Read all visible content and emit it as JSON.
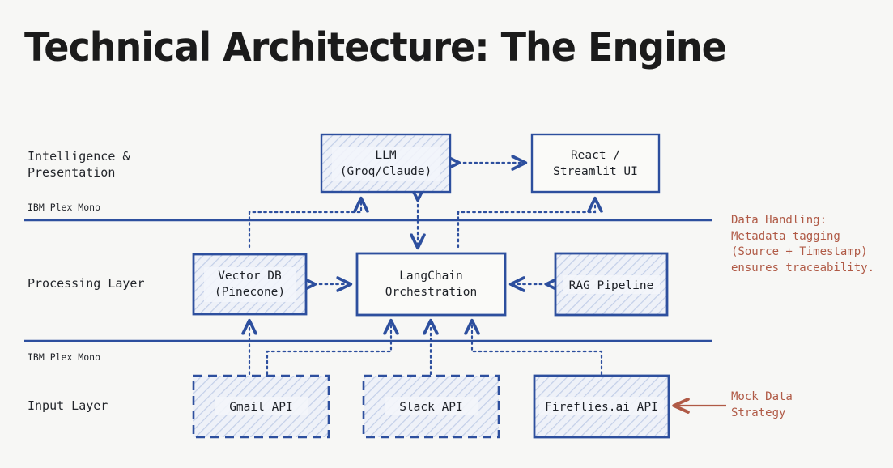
{
  "page": {
    "title": "Technical Architecture: The Engine",
    "background_color": "#f7f7f5",
    "accent_blue": "#2d4f9e",
    "accent_red": "#b05a46"
  },
  "layers": [
    {
      "id": "intelligence",
      "label": "Intelligence &\nPresentation",
      "font_note": "IBM Plex Mono"
    },
    {
      "id": "processing",
      "label": "Processing Layer",
      "font_note": "IBM Plex Mono"
    },
    {
      "id": "input",
      "label": "Input Layer",
      "font_note": ""
    }
  ],
  "nodes": [
    {
      "id": "llm",
      "line1": "LLM",
      "line2": "(Groq/Claude)",
      "layer": "intelligence",
      "style": "hatched",
      "border": "solid"
    },
    {
      "id": "react-ui",
      "line1": "React /",
      "line2": "Streamlit UI",
      "layer": "intelligence",
      "style": "plain",
      "border": "solid"
    },
    {
      "id": "vector-db",
      "line1": "Vector DB",
      "line2": "(Pinecone)",
      "layer": "processing",
      "style": "hatched",
      "border": "solid"
    },
    {
      "id": "langchain",
      "line1": "LangChain",
      "line2": "Orchestration",
      "layer": "processing",
      "style": "plain",
      "border": "solid"
    },
    {
      "id": "rag-pipeline",
      "line1": "RAG Pipeline",
      "line2": "",
      "layer": "processing",
      "style": "hatched",
      "border": "solid"
    },
    {
      "id": "gmail-api",
      "line1": "Gmail API",
      "line2": "",
      "layer": "input",
      "style": "hatched",
      "border": "dashed"
    },
    {
      "id": "slack-api",
      "line1": "Slack API",
      "line2": "",
      "layer": "input",
      "style": "hatched",
      "border": "dashed"
    },
    {
      "id": "fireflies-api",
      "line1": "Fireflies.ai API",
      "line2": "",
      "layer": "input",
      "style": "hatched",
      "border": "solid"
    }
  ],
  "annotations": [
    {
      "id": "data-handling",
      "text": "Data Handling:\nMetadata tagging\n(Source + Timestamp)\nensures traceability.",
      "color": "#b05a46",
      "has_arrow": false
    },
    {
      "id": "mock-data",
      "text": "Mock Data\nStrategy",
      "color": "#b05a46",
      "has_arrow": true
    }
  ]
}
